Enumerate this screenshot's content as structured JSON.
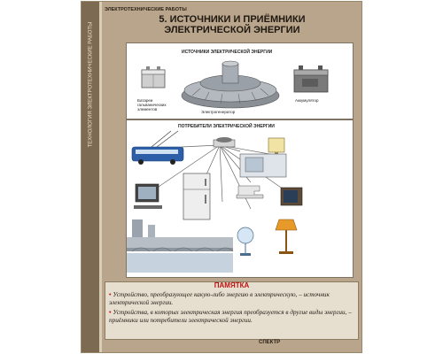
{
  "poster": {
    "series_title": "ЭЛЕКТРОТЕХНИЧЕСКИЕ РАБОТЫ",
    "spine_text": "ТЕХНОЛОГИЯ  ЭЛЕКТРОТЕХНИЧЕСКИЕ РАБОТЫ",
    "title_line1": "5. ИСТОЧНИКИ И ПРИЁМНИКИ",
    "title_line2": "ЭЛЕКТРИЧЕСКОЙ ЭНЕРГИИ",
    "publisher": "СПЕКТР"
  },
  "sources": {
    "caption": "ИСТОЧНИКИ ЭЛЕКТРИЧЕСКОЙ ЭНЕРГИИ",
    "battery_label": "Батареи гальванических элементов",
    "generator_label": "Электрогенератор",
    "accumulator_label": "Аккумулятор"
  },
  "consumers": {
    "caption": "ПОТРЕБИТЕЛИ ЭЛЕКТРИЧЕСКОЙ ЭНЕРГИИ"
  },
  "memo": {
    "title": "ПАМЯТКА",
    "items": [
      "Устройство, преобразующее какую-либо энергию в электрическую, – источник электрической энергии.",
      "Устройства, в которых электрическая энергия преобразуется в другие виды энергии, – приёмники или потребители электрической энергии."
    ]
  }
}
